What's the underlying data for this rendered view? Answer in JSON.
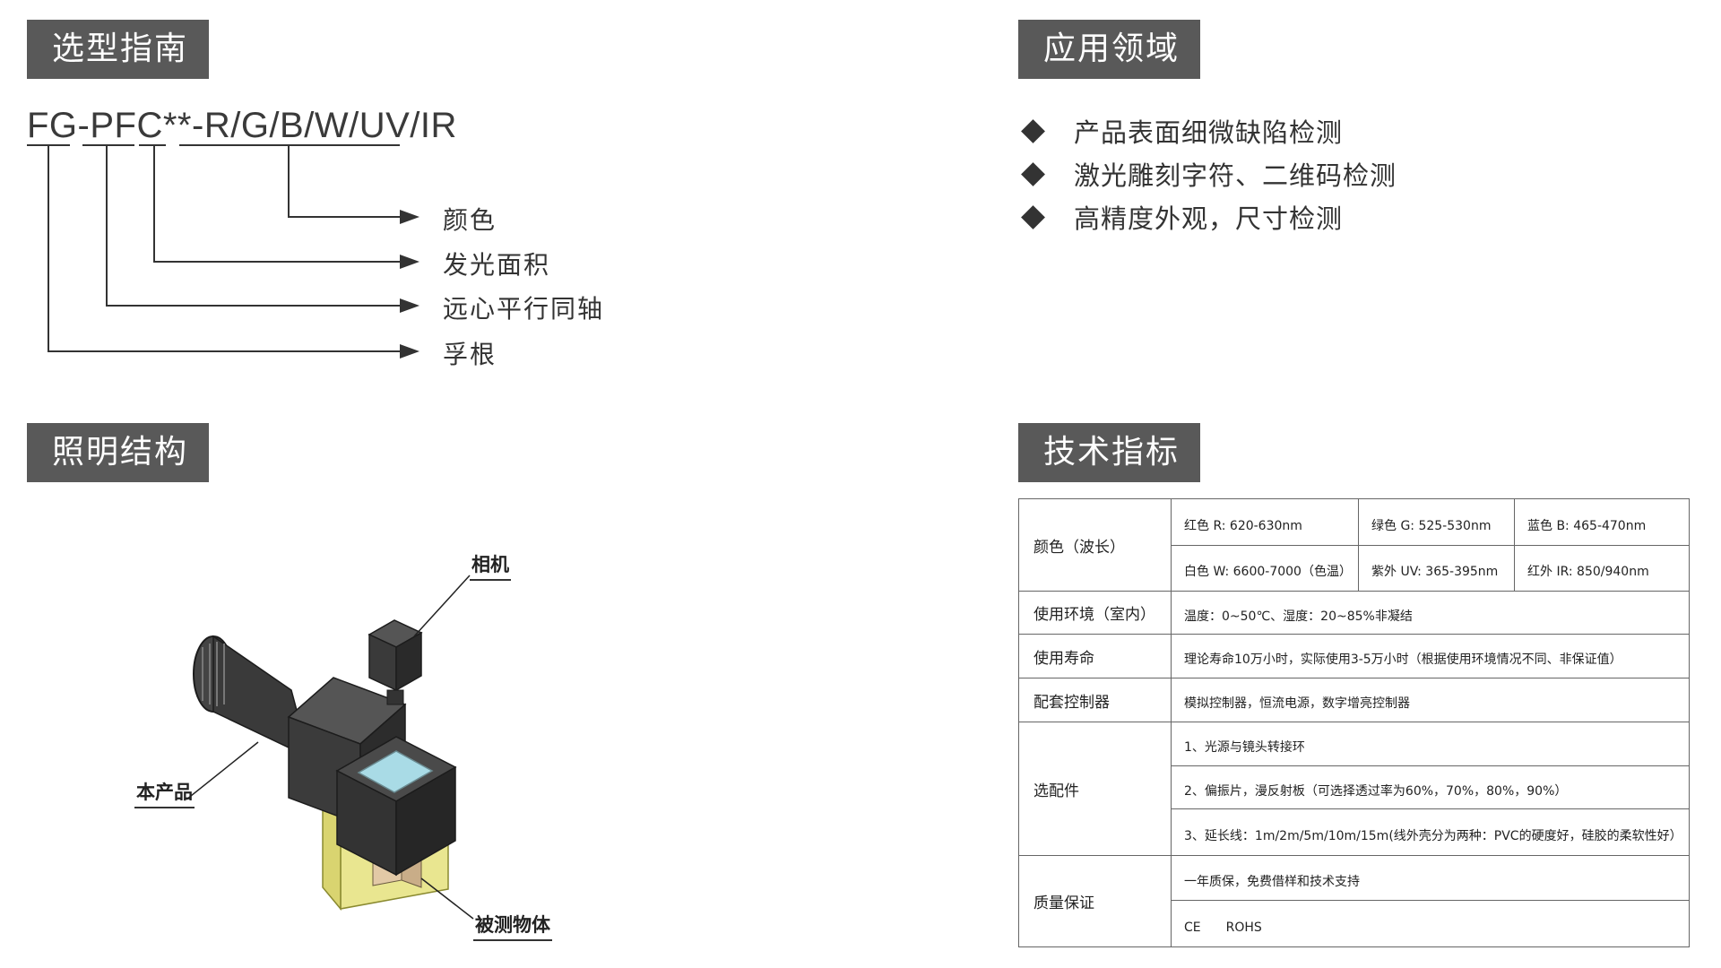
{
  "sections": {
    "selection_guide": "选型指南",
    "applications": "应用领域",
    "structure": "照明结构",
    "specs": "技术指标"
  },
  "model": {
    "code": "FG-PFC**-R/G/B/W/UV/IR",
    "legend": {
      "color": "颜色",
      "area": "发光面积",
      "telecentric": "远心平行同轴",
      "brand": "孚根"
    }
  },
  "applications": [
    "产品表面细微缺陷检测",
    "激光雕刻字符、二维码检测",
    "高精度外观，尺寸检测"
  ],
  "diagram": {
    "camera": "相机",
    "product": "本产品",
    "object": "被测物体"
  },
  "specs": {
    "color_label": "颜色（波长）",
    "color_values": [
      "红色 R: 620-630nm",
      "绿色 G: 525-530nm",
      "蓝色 B: 465-470nm",
      "白色 W: 6600-7000（色温）",
      "紫外 UV: 365-395nm",
      "红外 IR: 850/940nm"
    ],
    "env_label": "使用环境（室内）",
    "env_value": "温度：0~50℃、湿度：20~85%非凝结",
    "life_label": "使用寿命",
    "life_value": "理论寿命10万小时，实际使用3-5万小时（根据使用环境情况不同、非保证值）",
    "controller_label": "配套控制器",
    "controller_value": "模拟控制器，恒流电源，数字增亮控制器",
    "accessories_label": "选配件",
    "accessories": [
      "1、光源与镜头转接环",
      "2、偏振片，漫反射板（可选择透过率为60%，70%，80%，90%）",
      "3、延长线：1m/2m/5m/10m/15m(线外壳分为两种：PVC的硬度好，硅胶的柔软性好）"
    ],
    "quality_label": "质量保证",
    "quality_values": [
      "一年质保，免费借样和技术支持",
      "CE　　ROHS"
    ]
  }
}
